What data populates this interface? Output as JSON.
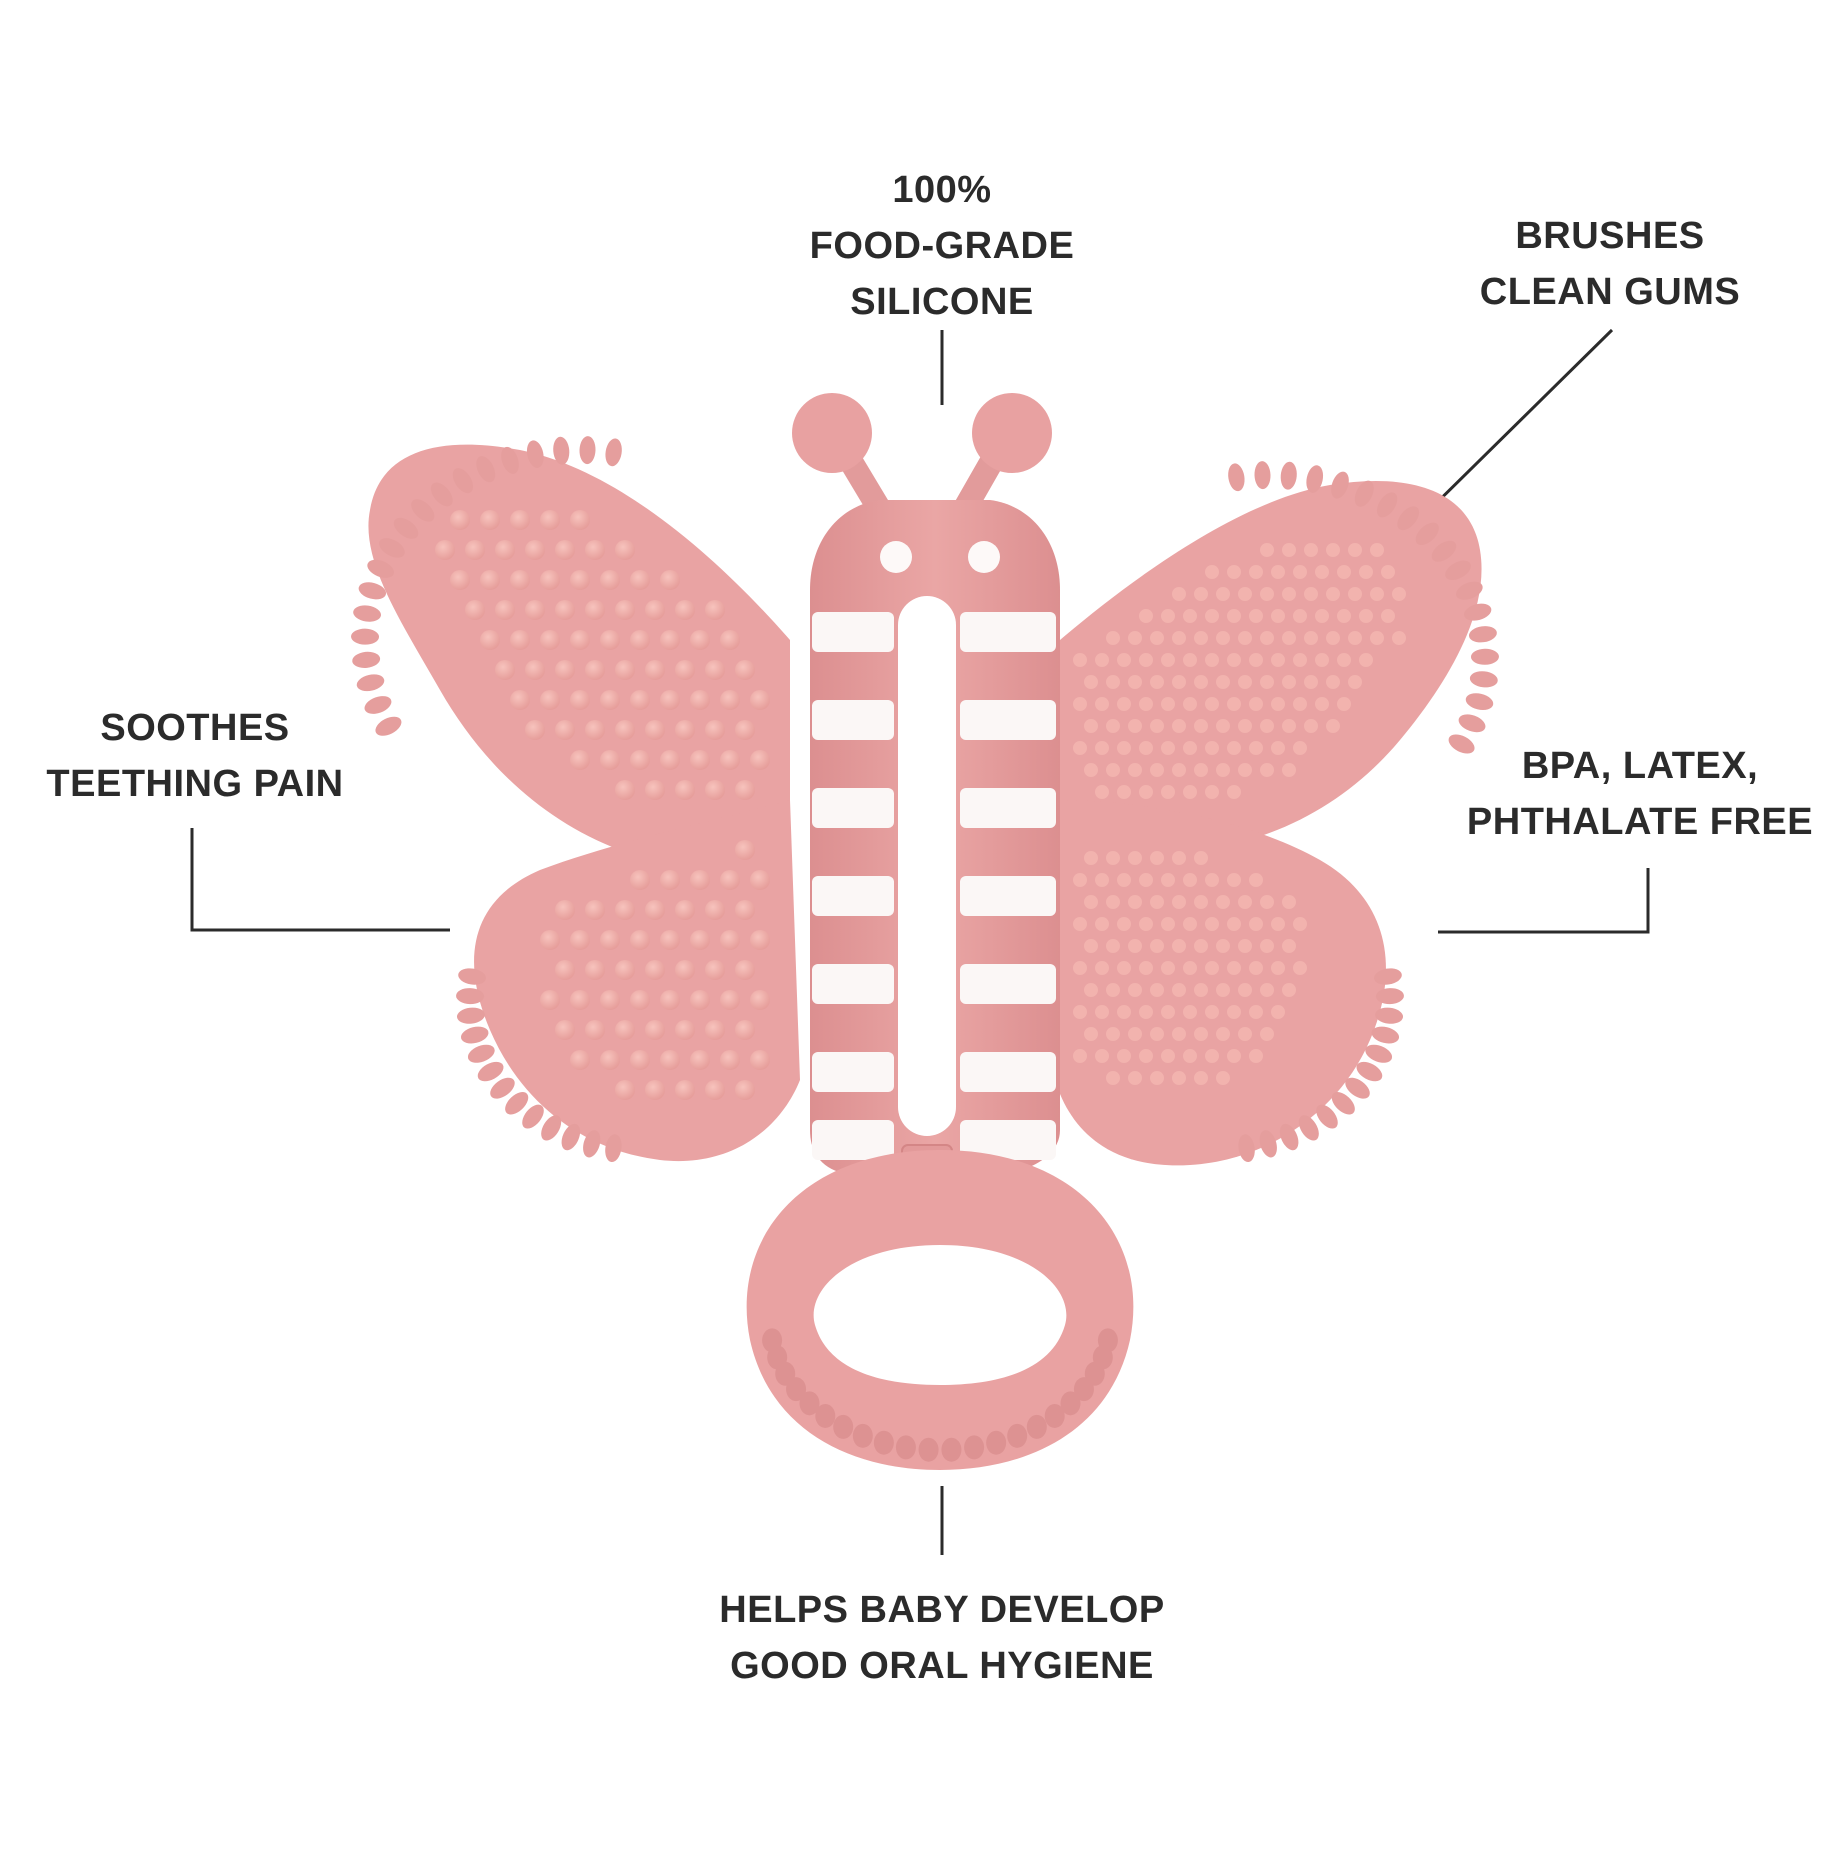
{
  "callouts": {
    "top": {
      "lines": [
        "100%",
        "FOOD-GRADE",
        "SILICONE"
      ]
    },
    "top_right": {
      "lines": [
        "BRUSHES",
        "CLEAN GUMS"
      ]
    },
    "left": {
      "lines": [
        "SOOTHES",
        "TEETHING PAIN"
      ]
    },
    "right": {
      "lines": [
        "BPA, LATEX,",
        "PHTHALATE FREE"
      ]
    },
    "bottom": {
      "lines": [
        "HELPS BABY DEVELOP",
        "GOOD ORAL HYGIENE"
      ]
    }
  },
  "colors": {
    "teether_pink": "#e8a2a2",
    "teether_dark": "#d98f90",
    "bump_light": "#f3b8b3",
    "stripe_white": "#fbf7f6",
    "eye_white": "#fdf9f8",
    "text": "#2b2b2b",
    "leader_line": "#2b2b2b"
  },
  "icons": {
    "product": "butterfly-teether-icon",
    "logo": "mascot-logo-icon"
  }
}
